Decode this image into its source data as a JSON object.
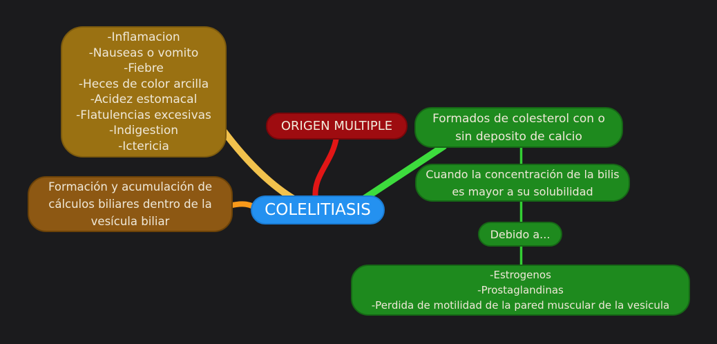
{
  "canvas": {
    "background": "#1b1b1d",
    "text_color": "#efe8d8"
  },
  "nodes": {
    "center": {
      "label": "COLELITIASIS",
      "fill": "#2491f0"
    },
    "origin": {
      "label": "ORIGEN MULTIPLE",
      "fill": "#9e0c10"
    },
    "symptoms": {
      "fill": "#9a7112",
      "lines": [
        "-Inflamacion",
        "-Nauseas o vomito",
        "-Fiebre",
        "-Heces de color arcilla",
        "-Acidez estomacal",
        "-Flatulencias excesivas",
        "-Indigestion",
        "-Ictericia"
      ]
    },
    "definition": {
      "fill": "#8d5813",
      "lines": [
        "Formación y acumulación de",
        "cálculos biliares dentro de la",
        "vesícula biliar"
      ]
    },
    "cholesterol": {
      "fill": "#1e8a1e",
      "lines": [
        "Formados de colesterol con o",
        "sin deposito de calcio"
      ]
    },
    "concentration": {
      "fill": "#1e8a1e",
      "lines": [
        "Cuando la concentración de la bilis",
        "es mayor a su solubilidad"
      ]
    },
    "debido": {
      "label": "Debido a...",
      "fill": "#1e8a1e"
    },
    "causes": {
      "fill": "#1e8a1e",
      "lines": [
        "-Estrogenos",
        "-Prostaglandinas",
        "-Perdida de motilidad de la pared muscular de la vesicula"
      ]
    }
  },
  "connectors": {
    "symptoms": {
      "color": "#f2c24d"
    },
    "definition": {
      "color": "#f8991a"
    },
    "origin": {
      "color": "#e11616"
    },
    "cholesterol": {
      "color": "#3ddc3d"
    },
    "chain": {
      "color": "#33cf33"
    }
  }
}
